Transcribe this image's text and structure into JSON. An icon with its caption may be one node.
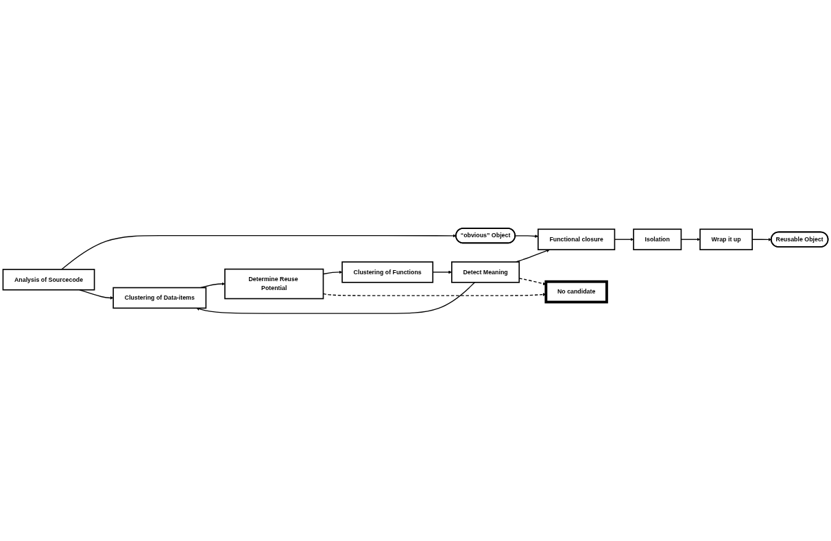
{
  "diagram": {
    "nodes": [
      {
        "text": [
          "Analysis of Sourcecode"
        ]
      },
      {
        "text": [
          "“obvious” Object"
        ]
      },
      {
        "text": [
          "Clustering of Data-items"
        ]
      },
      {
        "text": [
          "Clustering of Functions"
        ]
      },
      {
        "text": [
          "Determine Reuse Potential"
        ]
      },
      {
        "text": [
          "Detect Meaning"
        ]
      },
      {
        "text": [
          "Functional closure"
        ]
      },
      {
        "text": [
          "Isolation"
        ]
      },
      {
        "text": [
          "Wrap it up"
        ]
      },
      {
        "text": [
          "No candidate"
        ]
      },
      {
        "text": [
          "Reusable Object"
        ]
      }
    ],
    "edges": [
      {
        "from": 0,
        "to": 1,
        "arrow": "to"
      },
      {
        "from": 0,
        "to": 2,
        "arrow": "to"
      },
      {
        "from": 1,
        "to": 6,
        "arrow": "to"
      },
      {
        "from": 2,
        "to": 4,
        "arrow": "to"
      },
      {
        "from": 4,
        "to": 3,
        "arrow": "to"
      },
      {
        "from": 3,
        "to": 5,
        "arrow": "to"
      },
      {
        "from": 5,
        "to": 6,
        "arrow": "to"
      },
      {
        "from": 5,
        "to": 2,
        "arrow": "to"
      },
      {
        "from": 4,
        "to": 9,
        "arrow": "to",
        "style": "dashed"
      },
      {
        "from": 5,
        "to": 9,
        "arrow": "to",
        "style": "dashed"
      },
      {
        "from": 6,
        "to": 7,
        "arrow": "to"
      },
      {
        "from": 7,
        "to": 8,
        "arrow": "to"
      },
      {
        "from": 8,
        "to": 10,
        "arrow": "to"
      }
    ]
  }
}
